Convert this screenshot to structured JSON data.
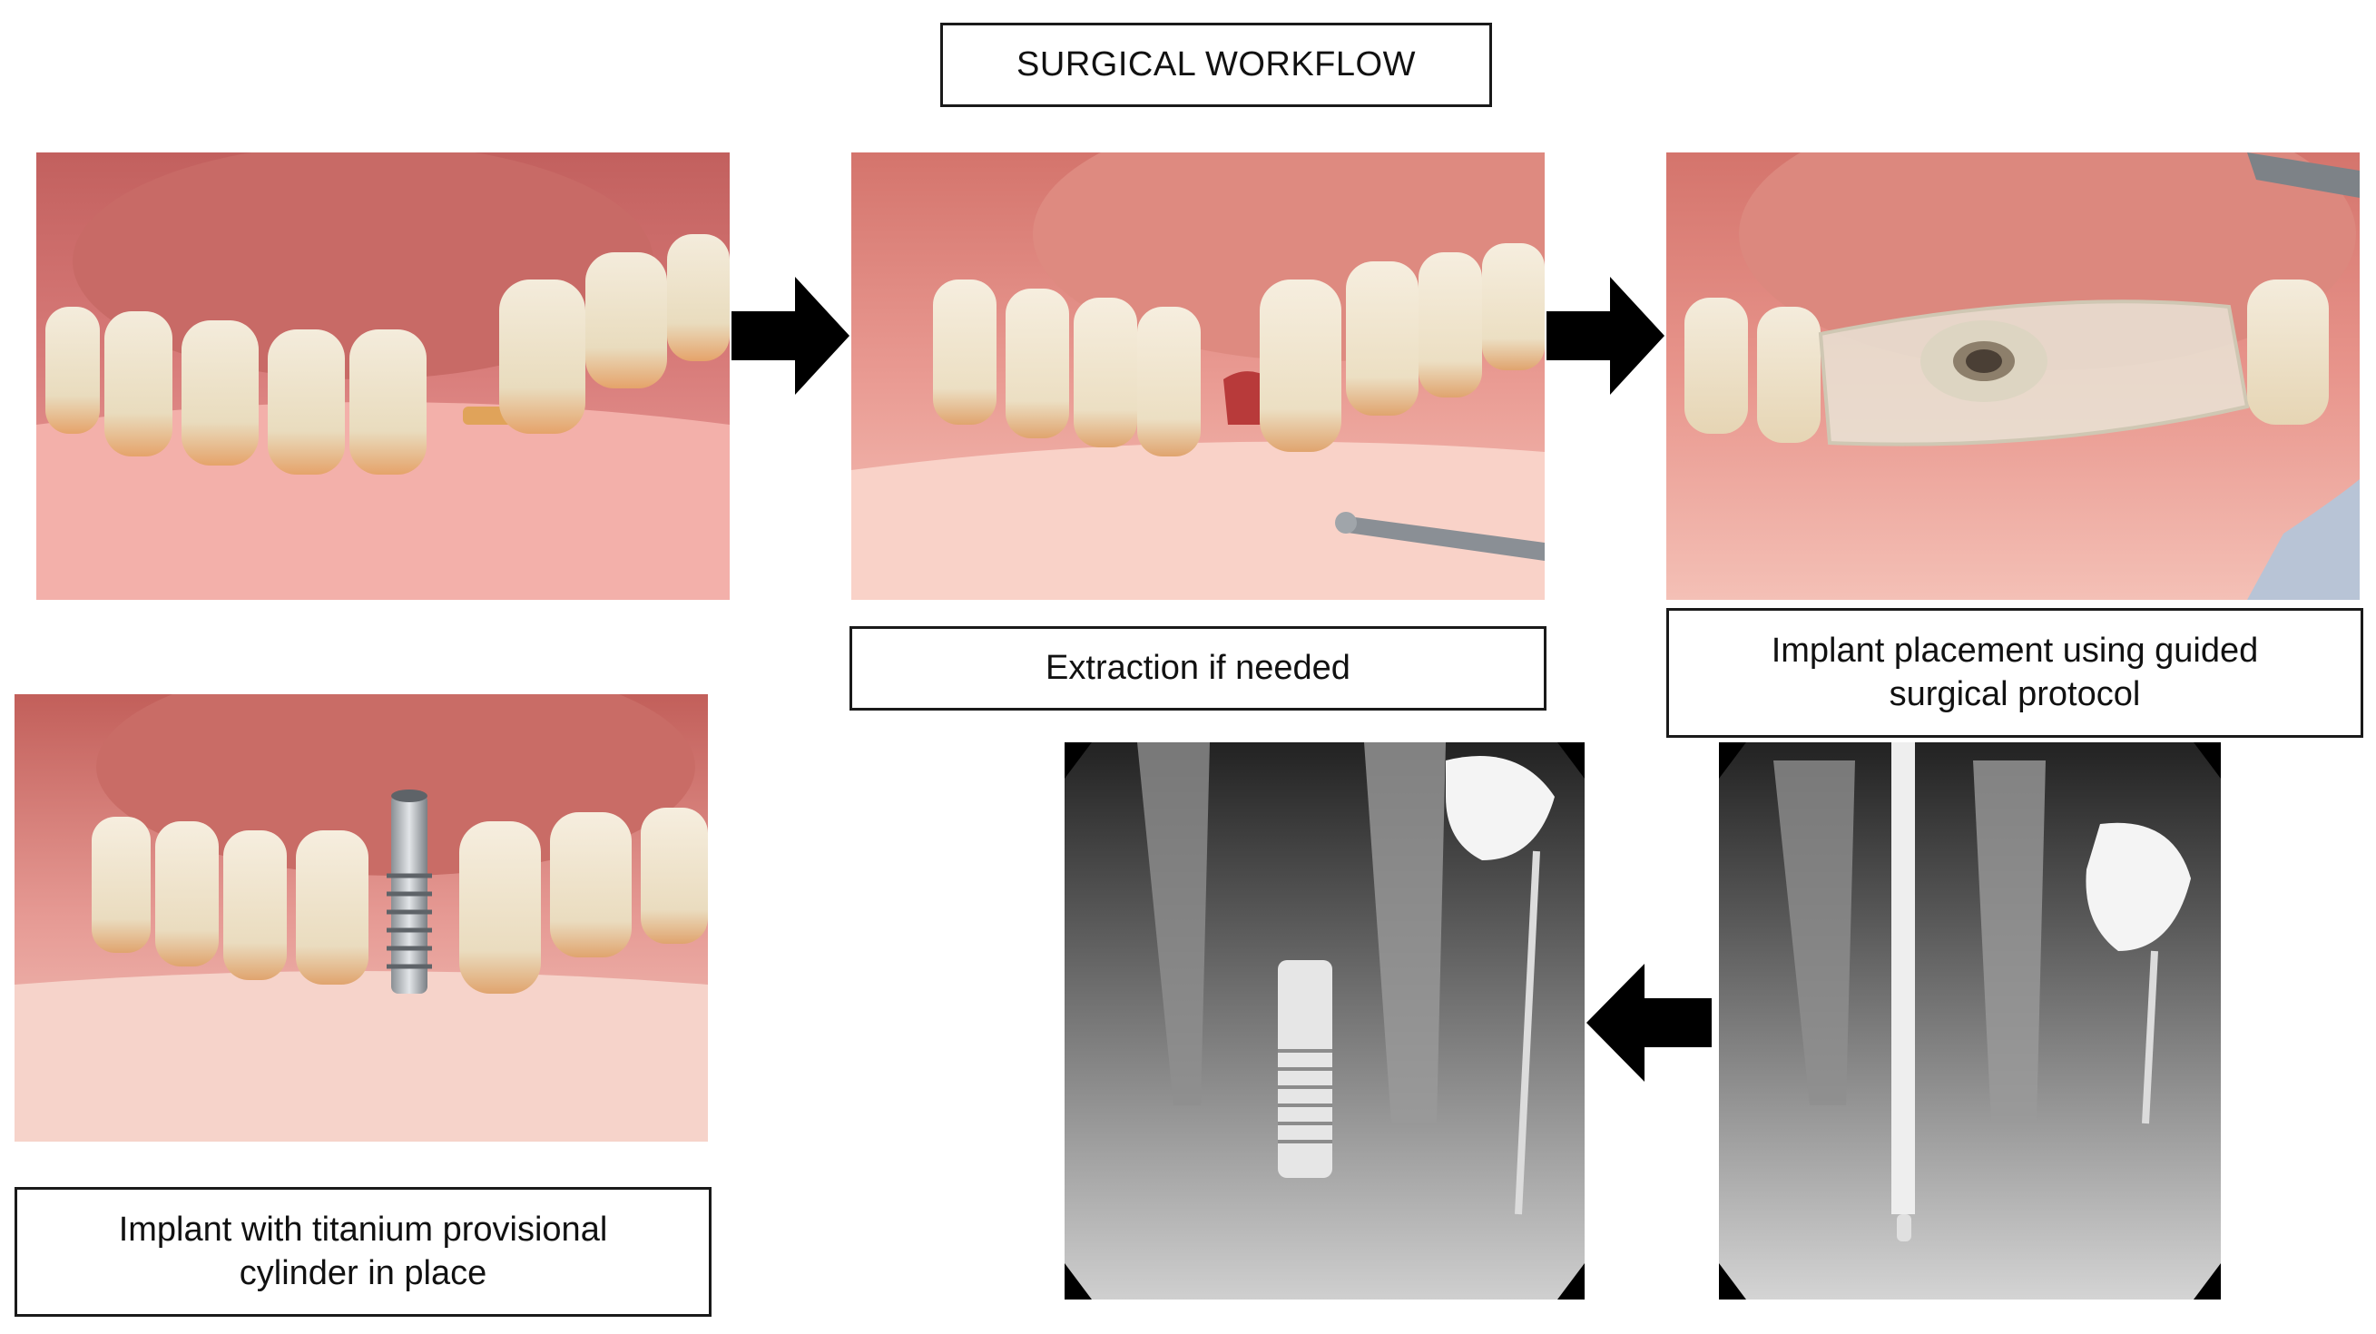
{
  "title": "SURGICAL WORKFLOW",
  "captions": {
    "extraction": "Extraction if needed",
    "placement": "Implant placement using guided\nsurgical protocol",
    "implant": "Implant with titanium provisional\ncylinder in place"
  },
  "colors": {
    "border": "#1a1a1a",
    "arrow": "#000000",
    "gum": "#e89a98",
    "tooth": "#efe6d2",
    "xray_bg": "#000000"
  },
  "icons": [
    "arrow-right-icon",
    "arrow-right-icon",
    "arrow-left-icon"
  ]
}
